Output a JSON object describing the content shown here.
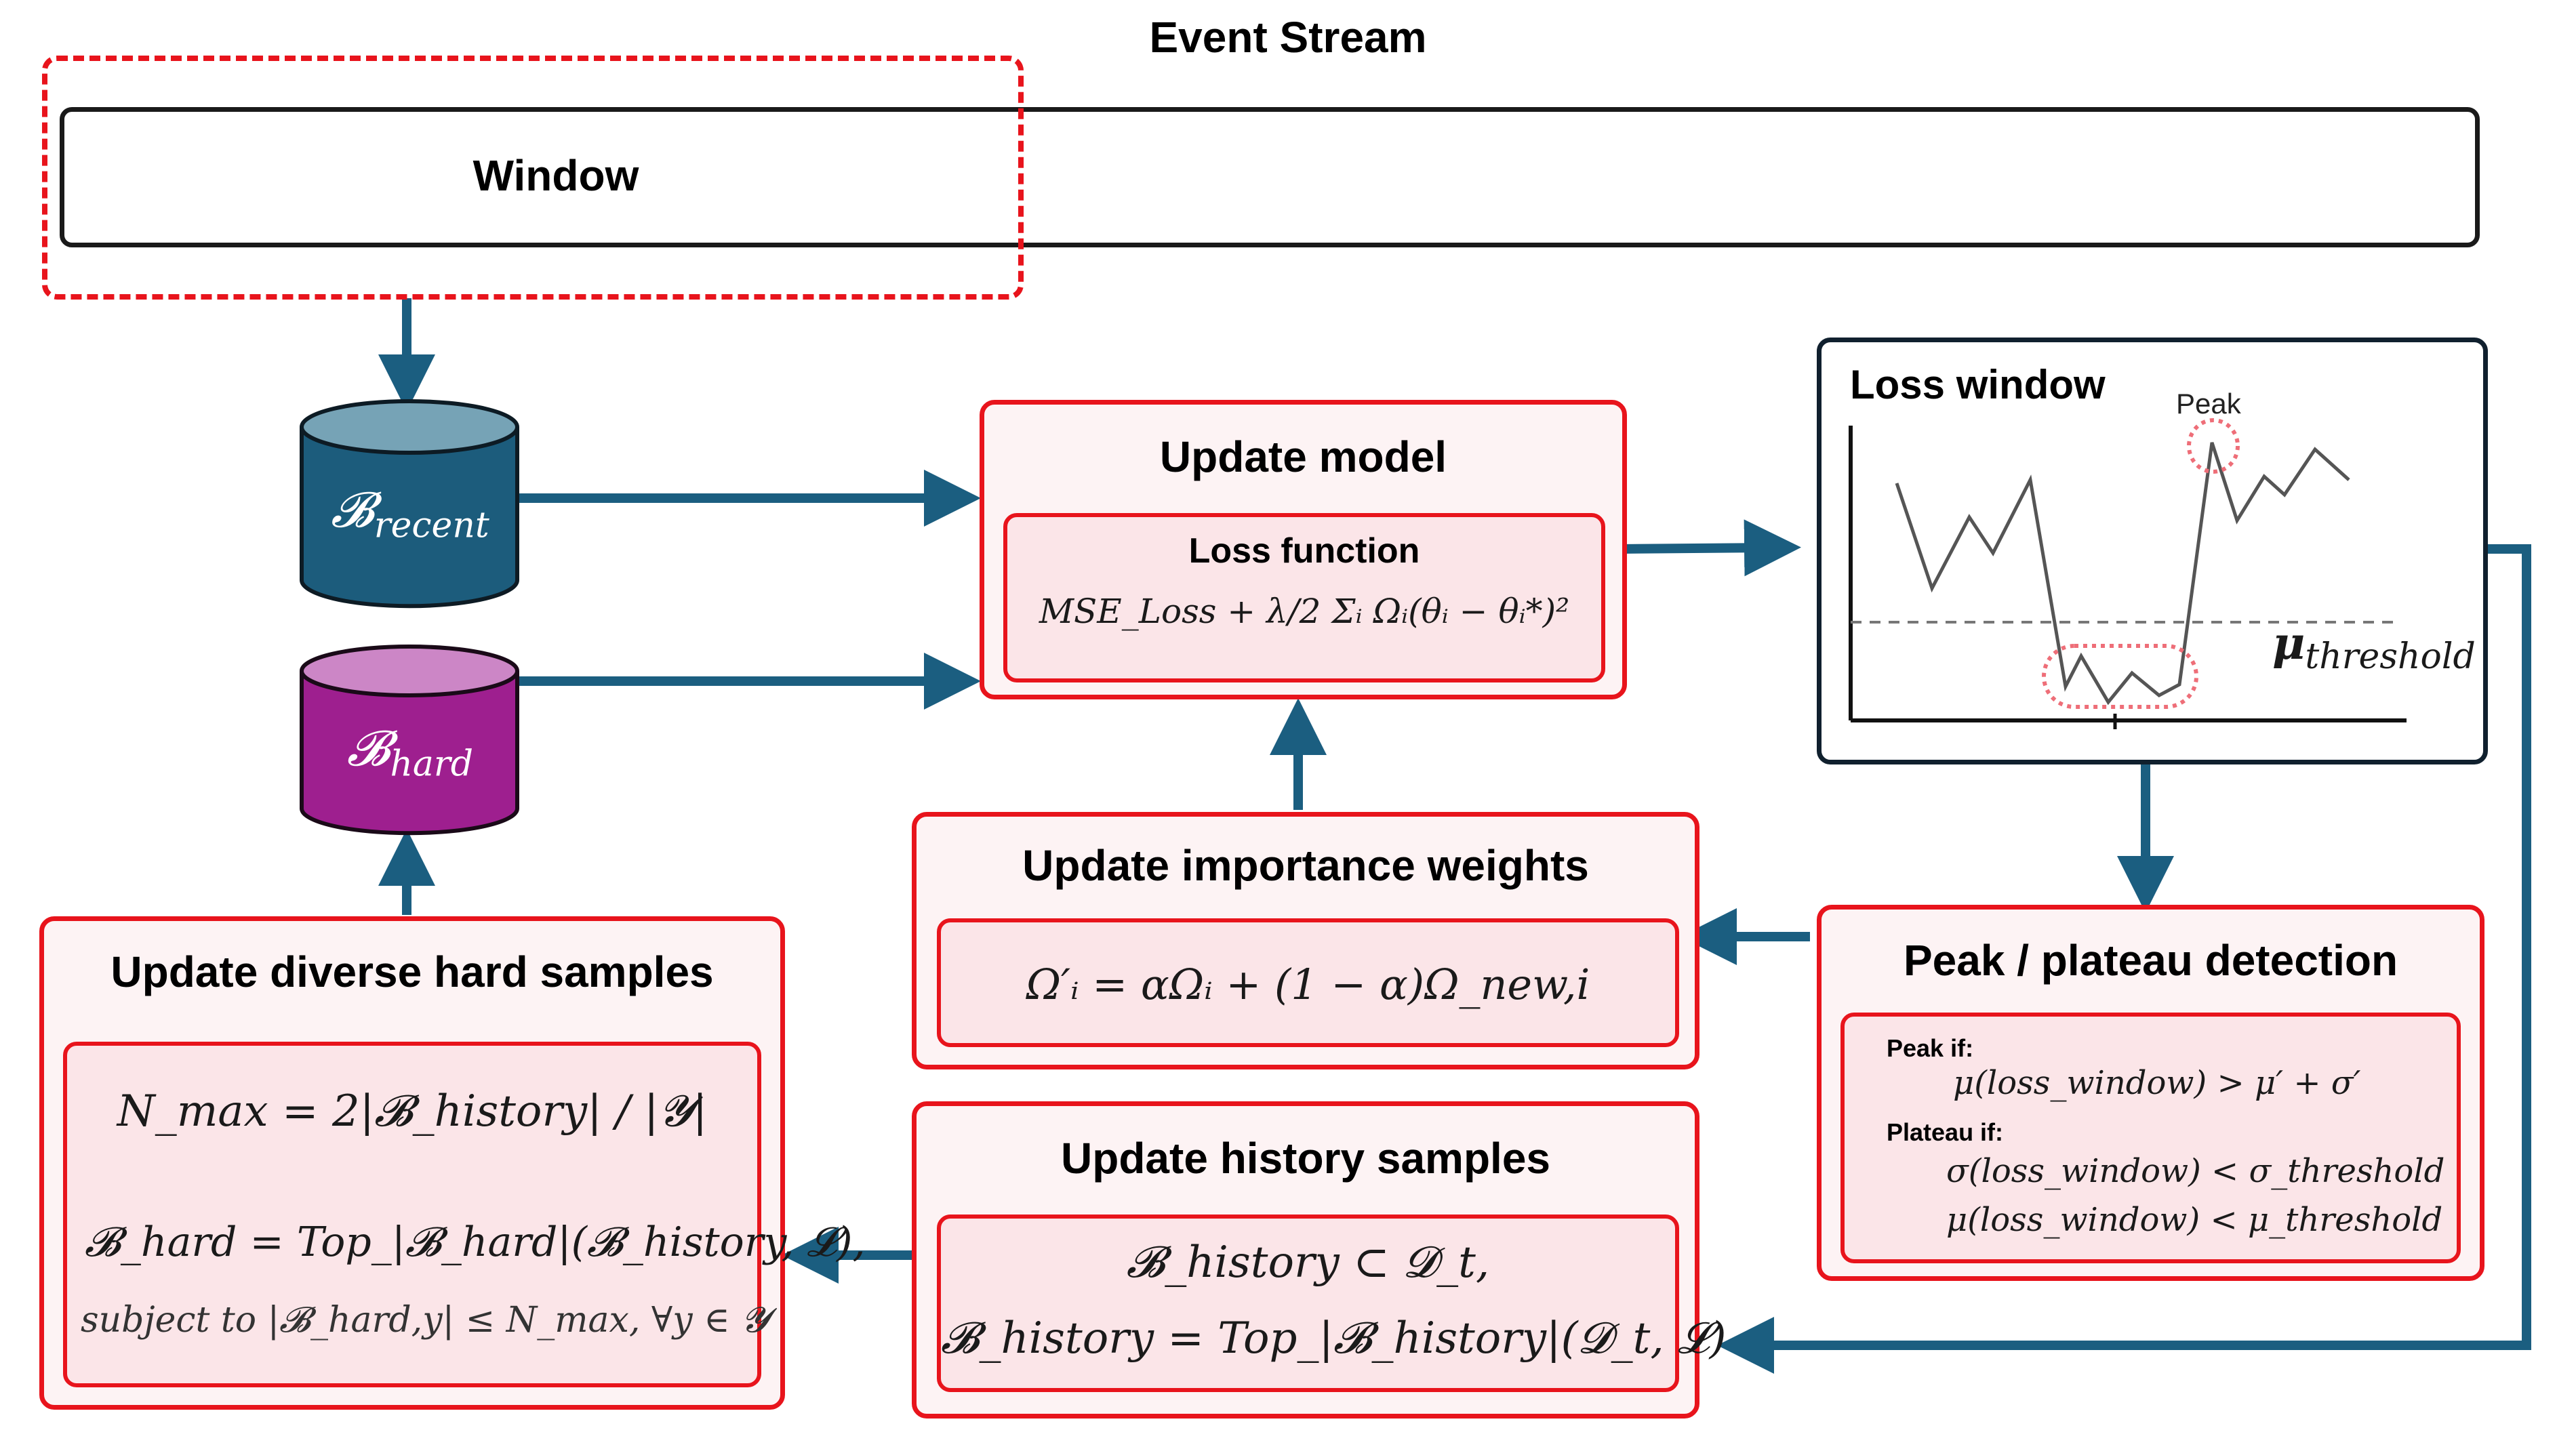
{
  "event_stream": {
    "label": "Event Stream",
    "window_label": "Window"
  },
  "buffers": {
    "recent_label": "𝓑",
    "recent_sub": "recent",
    "hard_label": "𝓑",
    "hard_sub": "hard"
  },
  "update_model": {
    "title": "Update model",
    "loss_title": "Loss function",
    "loss_formula": "MSE_Loss + λ/2 Σᵢ Ωᵢ(θᵢ − θᵢ*)²"
  },
  "loss_window": {
    "title": "Loss window",
    "peak_label": "Peak",
    "threshold_label": "μ",
    "threshold_sub": "threshold"
  },
  "importance": {
    "title": "Update importance weights",
    "formula": "Ω′ᵢ = αΩᵢ + (1 − α)Ω_new,i"
  },
  "detection": {
    "title": "Peak / plateau detection",
    "peak_if": "Peak if:",
    "peak_rule": "μ(loss_window) > μ′ + σ′",
    "plateau_if": "Plateau if:",
    "plateau_rule_1": "σ(loss_window) < σ_threshold",
    "plateau_rule_2": "μ(loss_window) < μ_threshold"
  },
  "history": {
    "title": "Update history samples",
    "formula_1": "𝓑_history ⊂ 𝓓_t,",
    "formula_2": "𝓑_history = Top_|𝓑_history|(𝓓_t, 𝓛)"
  },
  "hard_samples": {
    "title": "Update diverse hard samples",
    "nmax": "N_max = 2|𝓑_history| / |𝓨|",
    "bhard": "𝓑_hard = Top_|𝓑_hard|(𝓑_history, 𝓛),",
    "subject": "subject to   |𝓑_hard,y| ≤ N_max, ∀y ∈ 𝓨"
  },
  "colors": {
    "arrow": "#1b5e80",
    "red": "#e8141c",
    "recent_db": "#1c5c7c",
    "hard_db": "#9e1f8f"
  }
}
